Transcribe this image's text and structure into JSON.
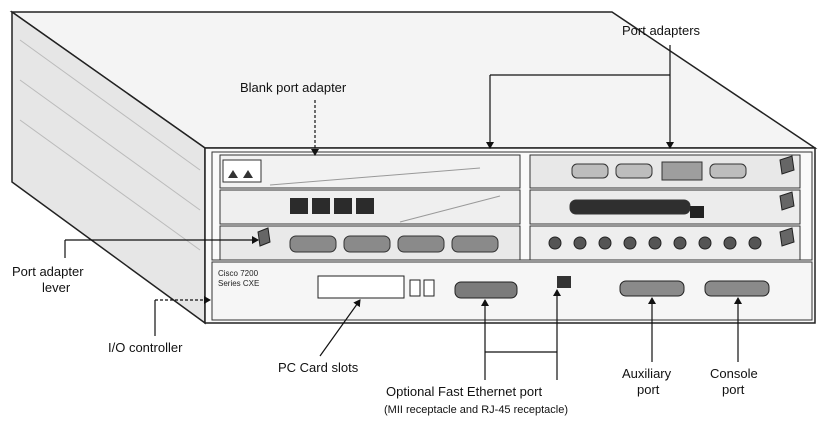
{
  "labels": {
    "port_adapters": "Port adapters",
    "blank_port_adapter": "Blank port adapter",
    "port_adapter_lever_line1": "Port adapter",
    "port_adapter_lever_line2": "lever",
    "io_controller": "I/O controller",
    "pc_card_slots": "PC Card slots",
    "fast_ethernet_line1": "Optional Fast Ethernet port",
    "fast_ethernet_line2": "(MII receptacle and RJ-45 receptacle)",
    "auxiliary_line1": "Auxiliary",
    "auxiliary_line2": "port",
    "console_line1": "Console",
    "console_line2": "port"
  },
  "device_markings": {
    "controller_line1": "Cisco 7200",
    "controller_line2": "Series CXE"
  }
}
